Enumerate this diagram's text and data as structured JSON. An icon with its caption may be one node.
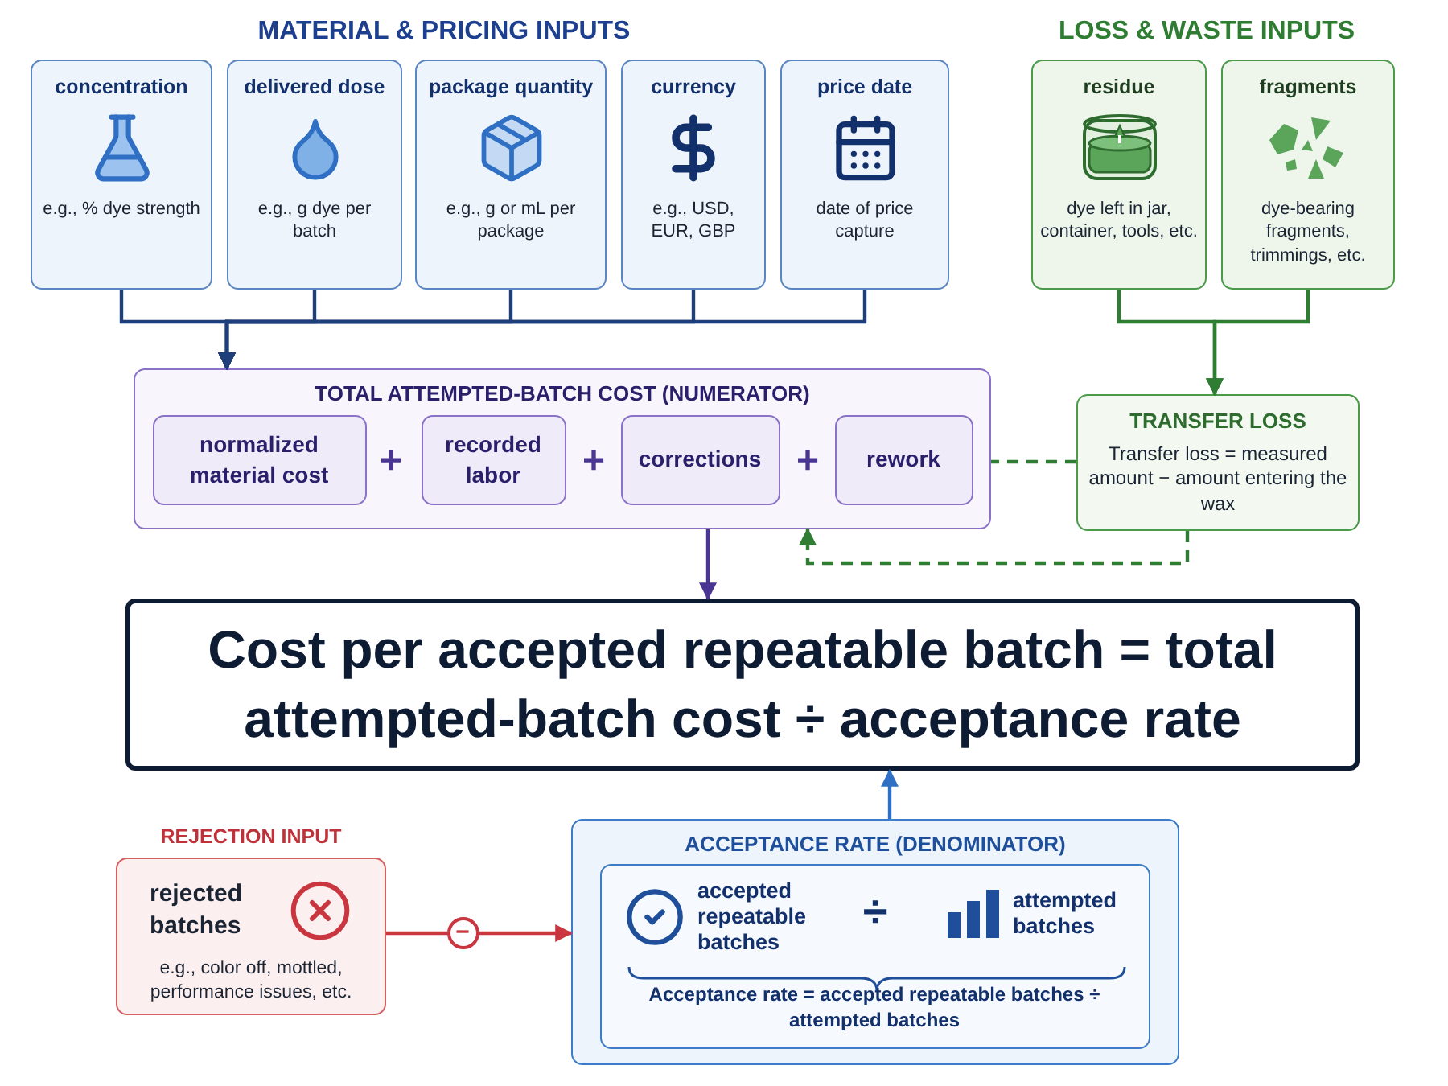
{
  "diagram": {
    "nodes": [
      {
        "text": [
          "concentration",
          "e.g., % dye strength"
        ]
      },
      {
        "text": [
          "delivered dose",
          "e.g., g dye per batch"
        ]
      },
      {
        "text": [
          "package quantity",
          "e.g., g or mL per package"
        ]
      },
      {
        "text": [
          "currency",
          "e.g., USD, EUR, GBP"
        ]
      },
      {
        "text": [
          "price date",
          "date of price capture"
        ]
      },
      {
        "text": [
          "residue",
          "dye left in jar, container, tools, etc."
        ]
      },
      {
        "text": [
          "fragments",
          "dye-bearing fragments, trimmings, etc."
        ]
      },
      {
        "text": [
          "TOTAL ATTEMPTED-BATCH COST (NUMERATOR)"
        ]
      },
      {
        "text": [
          "normalized material cost"
        ],
        "in": 7
      },
      {
        "text": [
          "recorded labor"
        ],
        "in": 7
      },
      {
        "text": [
          "corrections"
        ],
        "in": 7
      },
      {
        "text": [
          "rework"
        ],
        "in": 7
      },
      {
        "text": [
          "TRANSFER LOSS",
          "Transfer loss = measured amount − amount entering the wax"
        ]
      },
      {
        "text": [
          "Cost per accepted repeatable batch = total attempted-batch cost ÷ acceptance rate"
        ]
      },
      {
        "text": [
          "REJECTION INPUT",
          "rejected batches",
          "e.g., color off, mottled, performance issues, etc."
        ]
      },
      {
        "text": [
          "ACCEPTANCE RATE (DENOMINATOR)"
        ]
      },
      {
        "text": [
          "accepted repeatable batches",
          "attempted batches",
          "Acceptance rate = accepted repeatable batches ÷ attempted batches"
        ],
        "in": 15
      }
    ],
    "edges": [
      {
        "from": 0,
        "to": 7,
        "arrow": "to"
      },
      {
        "from": 1,
        "to": 7,
        "arrow": "to"
      },
      {
        "from": 2,
        "to": 7,
        "arrow": "to"
      },
      {
        "from": 3,
        "to": 7,
        "arrow": "to"
      },
      {
        "from": 4,
        "to": 7,
        "arrow": "to"
      },
      {
        "from": 5,
        "to": 12,
        "arrow": "to",
        "color": "#2e7d32"
      },
      {
        "from": 6,
        "to": 12,
        "arrow": "to",
        "color": "#2e7d32"
      },
      {
        "from": 12,
        "to": 7,
        "arrow": "none",
        "style": "dashed",
        "color": "#2e7d32"
      },
      {
        "from": 12,
        "to": 7,
        "arrow": "to",
        "style": "dashed",
        "color": "#2e7d32"
      },
      {
        "from": 7,
        "to": 13,
        "arrow": "to",
        "color": "#4a3592"
      },
      {
        "from": 15,
        "to": 13,
        "arrow": "to",
        "color": "#2f6fc4"
      },
      {
        "from": 14,
        "to": 15,
        "arrow": "to",
        "label": "−",
        "color": "#c9363f"
      }
    ],
    "labels": [
      "MATERIAL & PRICING INPUTS",
      "LOSS & WASTE INPUTS",
      "+",
      "+",
      "+",
      "÷"
    ]
  }
}
